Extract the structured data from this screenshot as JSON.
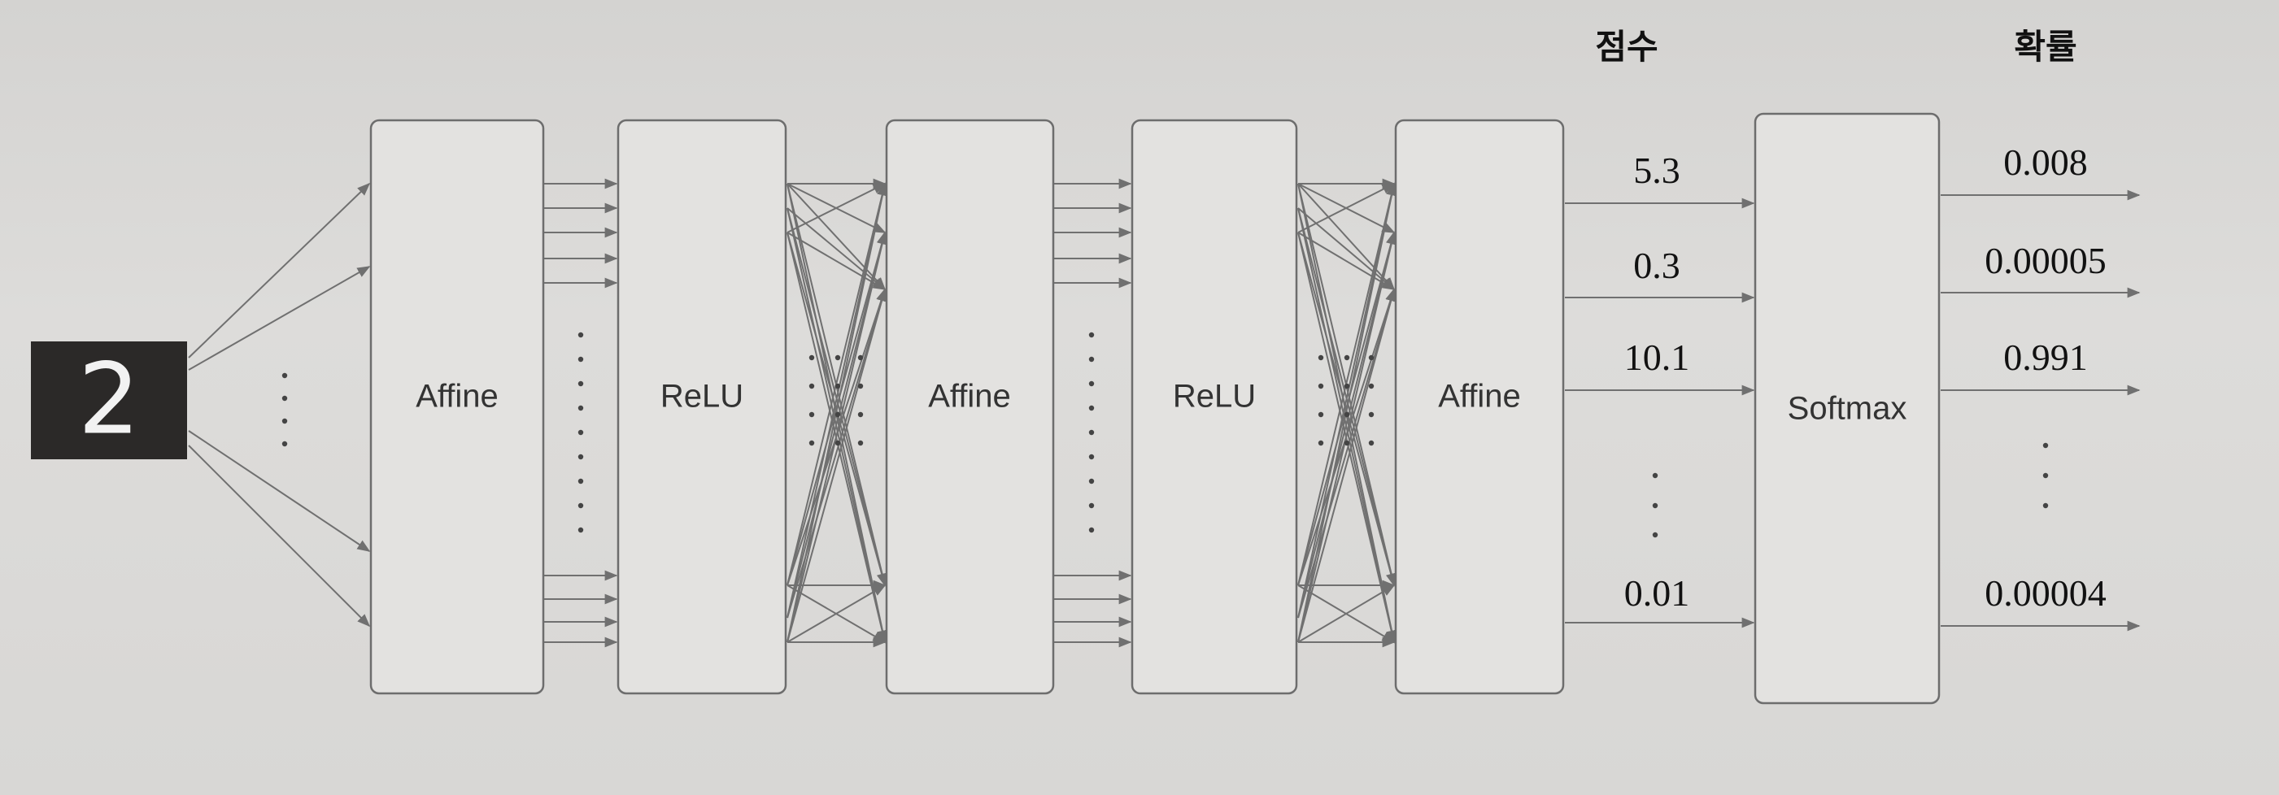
{
  "header": {
    "score_label": "점수",
    "prob_label": "확률"
  },
  "input": {
    "digit": "2"
  },
  "layers": [
    {
      "label": "Affine"
    },
    {
      "label": "ReLU"
    },
    {
      "label": "Affine"
    },
    {
      "label": "ReLU"
    },
    {
      "label": "Affine"
    },
    {
      "label": "Softmax"
    }
  ],
  "scores": [
    "5.3",
    "0.3",
    "10.1",
    "0.01"
  ],
  "probabilities": [
    "0.008",
    "0.00005",
    "0.991",
    "0.00004"
  ],
  "colors": {
    "box_stroke": "#6d6d6d",
    "arrow": "#707070",
    "box_fill": "#e3e2e0"
  }
}
